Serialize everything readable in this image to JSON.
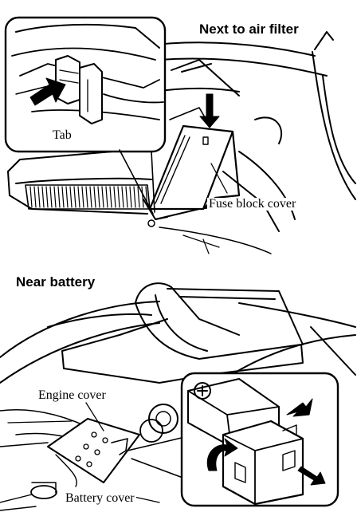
{
  "top_section": {
    "heading": "Next to air filter",
    "inset_label": "Tab",
    "part_label": "Fuse block cover"
  },
  "bottom_section": {
    "heading": "Near battery",
    "engine_label": "Engine cover",
    "battery_label": "Battery cover"
  },
  "colors": {
    "ink": "#000000",
    "paper": "#ffffff"
  }
}
